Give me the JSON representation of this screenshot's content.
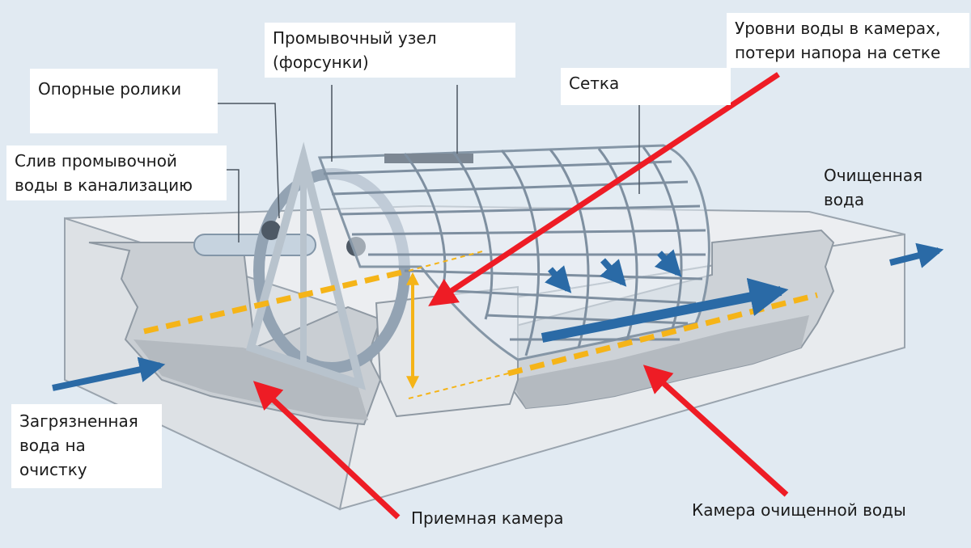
{
  "labels": {
    "flush_unit": [
      "Промывочный узел",
      "(форсунки)"
    ],
    "water_levels": [
      "Уровни воды в камерах,",
      "потери напора на сетке"
    ],
    "support_rollers": [
      "Опорные ролики"
    ],
    "mesh": [
      "Сетка"
    ],
    "drain": [
      "Слив промывочной",
      "воды в канализацию"
    ],
    "clean_water": [
      "Очищенная",
      "вода"
    ],
    "dirty_water": [
      "Загрязненная",
      "вода на",
      "очистку"
    ],
    "inlet_chamber": [
      "Приемная камера"
    ],
    "clean_chamber": [
      "Камера очищенной воды"
    ]
  },
  "colors": {
    "background": "#e1eaf2",
    "pointer_arrow": "#ee1c25",
    "flow_arrow": "#2a6aa6",
    "water_level": "#f5b418",
    "concrete": "#e7eaed",
    "drum_frame": "#93a3b3"
  }
}
